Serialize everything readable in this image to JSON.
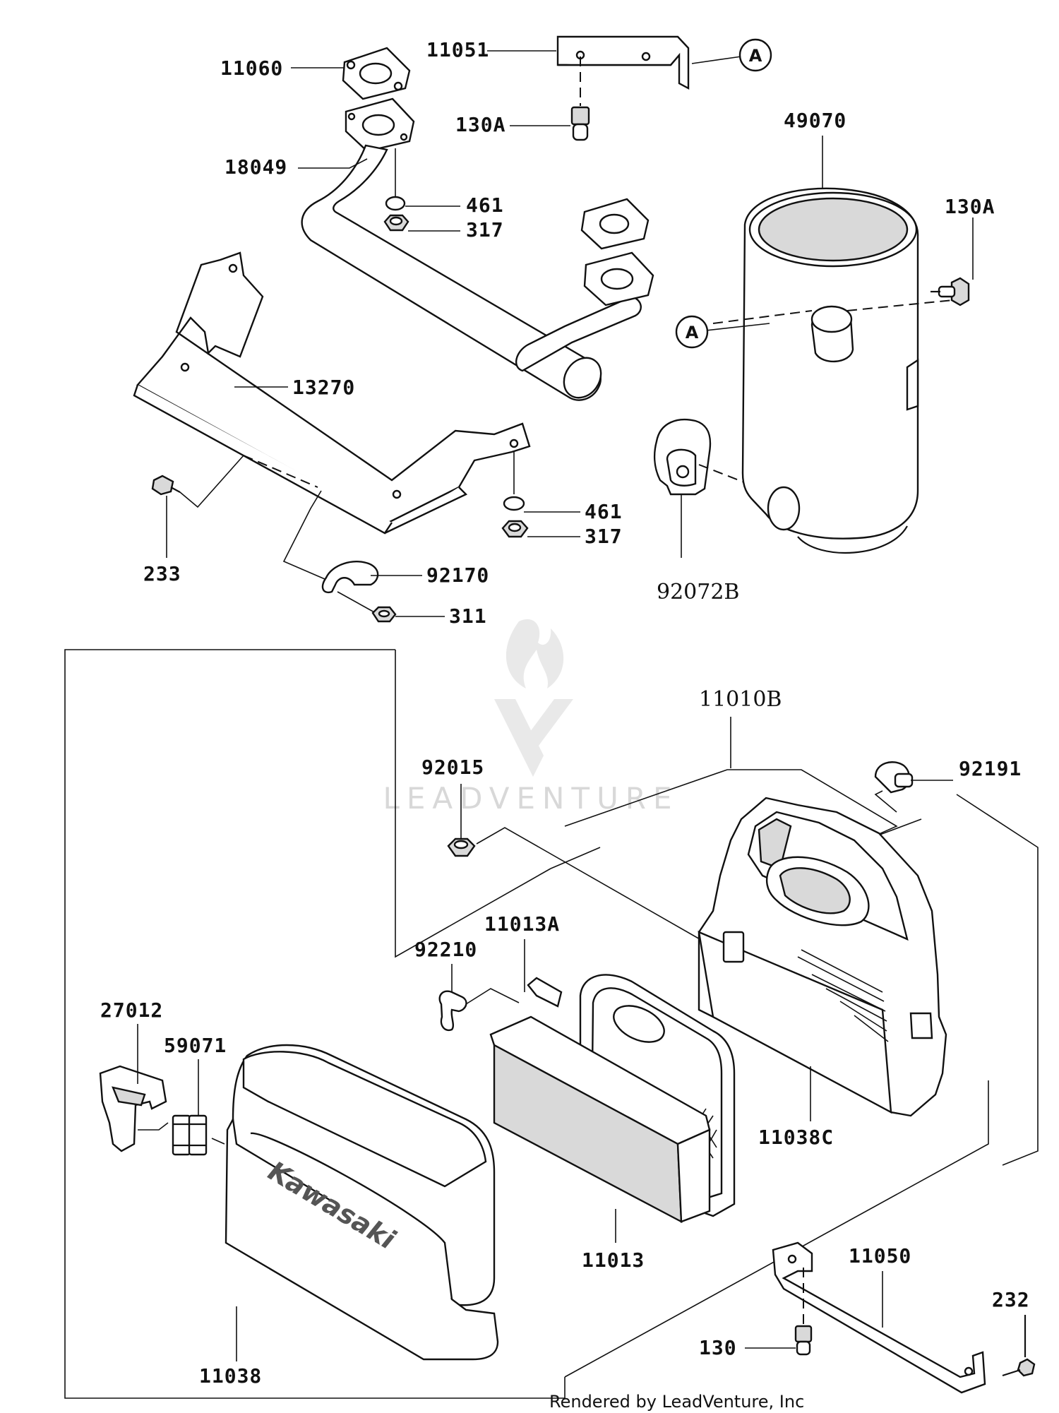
{
  "labels": {
    "p11060": "11060",
    "p11051": "11051",
    "p130A_top": "130A",
    "p49070": "49070",
    "p130A_right": "130A",
    "p18049": "18049",
    "p461_top": "461",
    "p317_top": "317",
    "p13270": "13270",
    "p233": "233",
    "p461_bot": "461",
    "p317_bot": "317",
    "p92170": "92170",
    "p311": "311",
    "p92072B": "92072B",
    "p11010B": "11010B",
    "p92015": "92015",
    "p92191": "92191",
    "p11013A": "11013A",
    "p92210": "92210",
    "p27012": "27012",
    "p59071": "59071",
    "p11038C": "11038C",
    "p11013": "11013",
    "p11050": "11050",
    "p232": "232",
    "p130": "130",
    "p11038": "11038"
  },
  "callouts": {
    "a_top": "A",
    "a_left": "A"
  },
  "brand_text": "Kawasaki",
  "watermark": "LEADVENTURE",
  "footer": "Rendered by LeadVenture, Inc"
}
